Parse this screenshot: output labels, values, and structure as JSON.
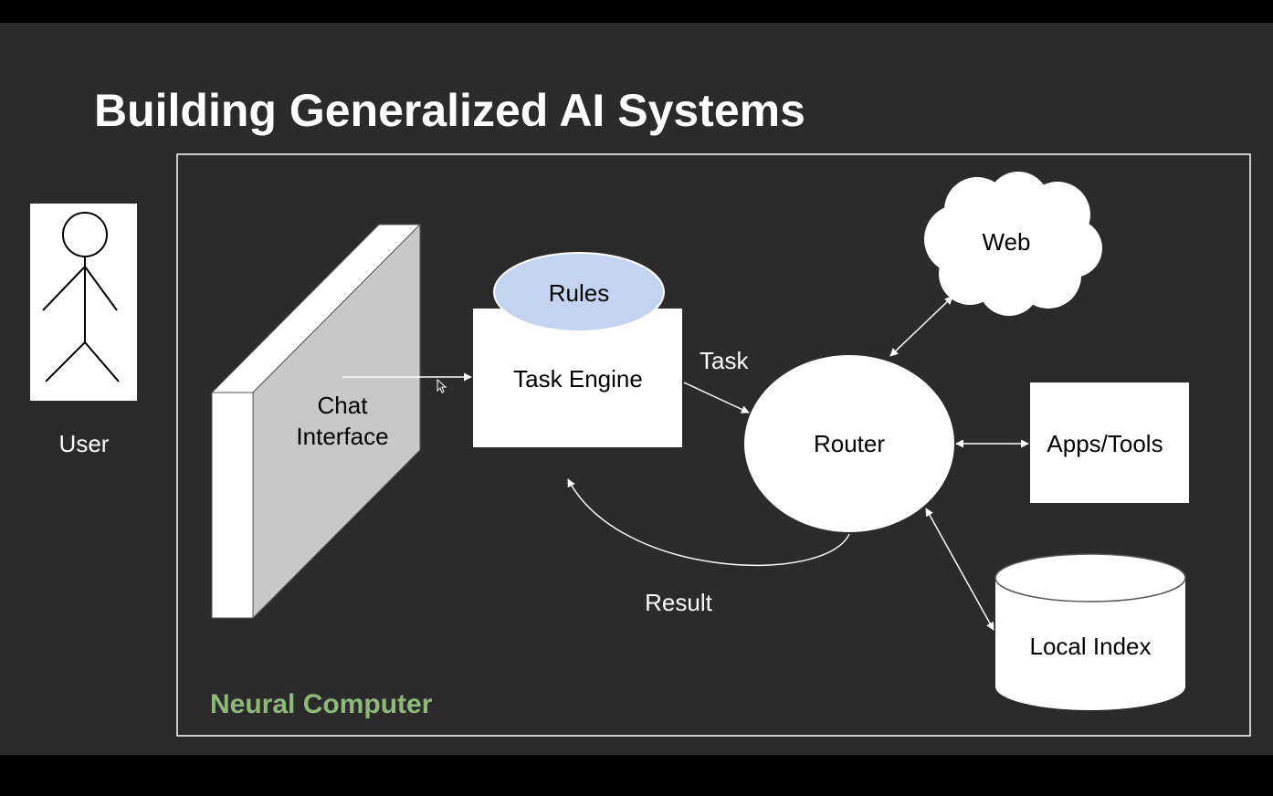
{
  "slide": {
    "title": "Building Generalized AI Systems"
  },
  "user": {
    "label": "User"
  },
  "container": {
    "label": "Neural Computer",
    "label_color": "#8fb87a"
  },
  "nodes": {
    "chat_interface": {
      "line1": "Chat",
      "line2": "Interface"
    },
    "rules": "Rules",
    "task_engine": "Task Engine",
    "router": "Router",
    "web": "Web",
    "apps_tools": "Apps/Tools",
    "local_index": "Local Index"
  },
  "edges": {
    "task": "Task",
    "result": "Result"
  },
  "colors": {
    "rules_fill": "#c5d3f0",
    "chat_panel_face": "#c8c8c8"
  }
}
